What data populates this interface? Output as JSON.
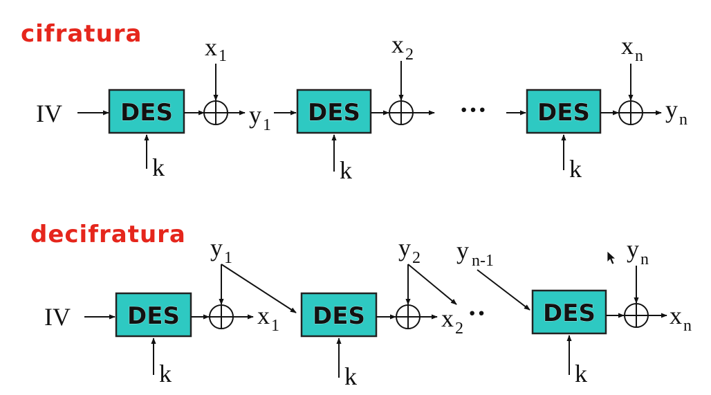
{
  "enc": {
    "title": "cifratura",
    "iv": "IV",
    "box_label": "DES",
    "key": "k",
    "x1": "x",
    "x1_sub": "1",
    "x2": "x",
    "x2_sub": "2",
    "xn": "x",
    "xn_sub": "n",
    "y1": "y",
    "y1_sub": "1",
    "yn": "y",
    "yn_sub": "n",
    "dots": "···"
  },
  "dec": {
    "title": "decifratura",
    "iv": "IV",
    "box_label": "DES",
    "key": "k",
    "y1": "y",
    "y1_sub": "1",
    "y2": "y",
    "y2_sub": "2",
    "yn1": "y",
    "yn1_sub": "n-1",
    "yn": "y",
    "yn_sub": "n",
    "x1": "x",
    "x1_sub": "1",
    "x2": "x",
    "x2_sub": "2",
    "xn": "x",
    "xn_sub": "n",
    "dots": "··"
  },
  "colors": {
    "title": "#e5261c",
    "box": "#2ec9c2"
  }
}
